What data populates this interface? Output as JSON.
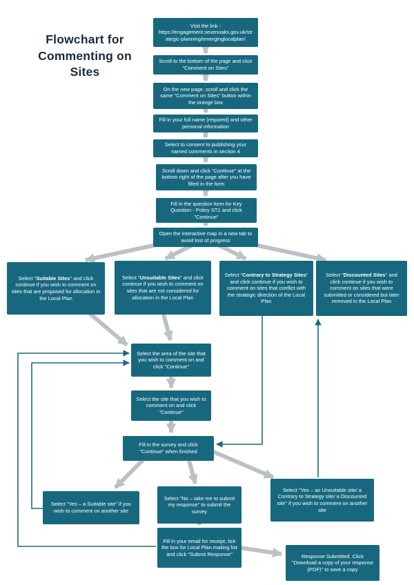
{
  "title": {
    "line1": "Flowchart for",
    "line2": "Commenting on Sites"
  },
  "colors": {
    "node_fill": "#17687F",
    "node_text": "#FFFFFF",
    "arrow_gray": "#BCC1C7",
    "connector_teal": "#1A6A80",
    "title_text": "#1C2B3A",
    "background": "#FFFFFF"
  },
  "nodes": {
    "visit_link": {
      "text": "Visit the link - https://engagement.sevenoaks.gov.uk/strategic-planning/emerginglocalplan/"
    },
    "scroll_bottom": {
      "text": "Scroll to the bottom of the page and click \"Comment on Sites\""
    },
    "new_page": {
      "text": "On the new page, scroll and click the same \"Comment on Sites\" button within the orange box"
    },
    "full_name": {
      "text": "Fill in your full name (required) and other personal information"
    },
    "consent": {
      "text": "Select to consent to publishing your named comments in section 4"
    },
    "continue_bottom": {
      "text": "Scroll down and click \"Continue\" at the bottom right of the page after you have filled in the form"
    },
    "key_question": {
      "text": "Fill in the question form for Key Question - Policy ST1 and click \"Continue\""
    },
    "open_map": {
      "text": "Open the interactive map in a new tab to avoid lost of progress"
    },
    "suitable": {
      "pre": "Select \"",
      "bold": "Suitable Sites",
      "post": "\" and click continue if you wish to comment on sites that are proposed for allocation in the Local Plan"
    },
    "unsuitable": {
      "pre": "Select \"",
      "bold": "Unsuitable Sites",
      "post": "\" and click continue if you wish to comment on sites that are not considered for allocation in the Local Plan"
    },
    "contrary": {
      "pre": "Select \"",
      "bold": "Contrary to Strategy Sites",
      "post": "\" and click continue if you wish to comment on sites that conflict with the strategic direction of the Local Plan"
    },
    "discounted": {
      "pre": "Select \"",
      "bold": "Discounted Sites",
      "post": "\" and click continue if you wish to comment on sites that were submitted or considered but later removed in the Local Plan"
    },
    "select_area": {
      "text": "Select the area of the site that you wish to comment on and click \"Continue\""
    },
    "select_site": {
      "text": "Select the site that you wish to comment on and click \"Continue\""
    },
    "survey": {
      "text": "Fill in the survey and click \"Continue\" when finished"
    },
    "yes_suitable": {
      "text": "Select \"Yes – a Suitable site\" if you wish to comment on another site"
    },
    "no_submit": {
      "text": "Select \"No – take me to submit my response\" to submit the survey"
    },
    "yes_other": {
      "text": "Select \"Yes – an Unsuitable site/ a Contrary to Strategy site/ a Discounted site\" if you wish to comment on another site"
    },
    "email": {
      "text": "Fill in your email for receipt, tick the box for Local Plan mailing list and click \"Submit Response\""
    },
    "response": {
      "text": "Response Submitted. Click \"Download a copy of your response (PDF)\" to save a copy"
    }
  }
}
